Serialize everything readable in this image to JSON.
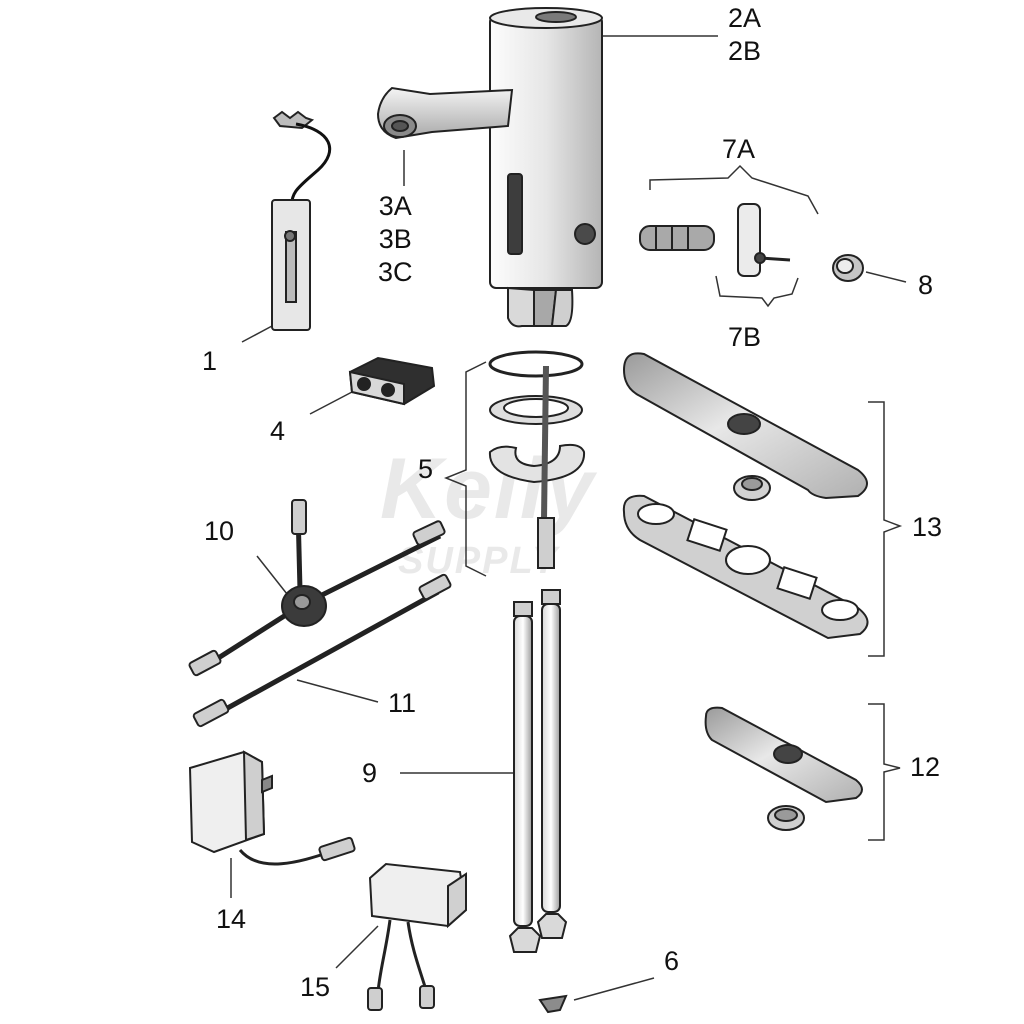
{
  "labels": {
    "part_1": "1",
    "part_2": [
      "2A",
      "2B"
    ],
    "part_3": [
      "3A",
      "3B",
      "3C"
    ],
    "part_4": "4",
    "part_5": "5",
    "part_6": "6",
    "part_7a": "7A",
    "part_7b": "7B",
    "part_8": "8",
    "part_9": "9",
    "part_10": "10",
    "part_11": "11",
    "part_12": "12",
    "part_13": "13",
    "part_14": "14",
    "part_15": "15"
  },
  "watermark": {
    "line1": "Kelly",
    "line2": "SUPPLY"
  },
  "colors": {
    "ink": "#111111",
    "metal_light": "#eeeeee",
    "metal_mid": "#bdbdbd",
    "metal_dark": "#555555",
    "watermark": "#e9e9e9"
  }
}
